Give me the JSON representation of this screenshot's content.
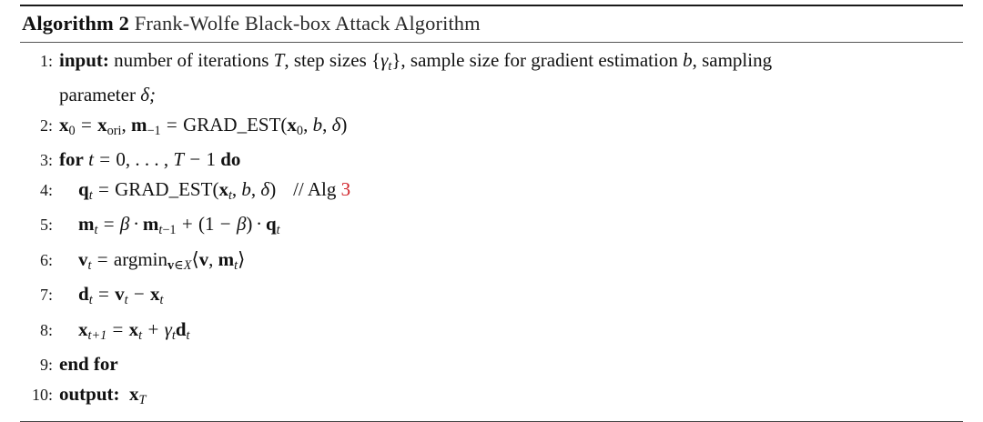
{
  "document": {
    "kind": "algorithm-pseudocode-block",
    "background_color": "#ffffff",
    "text_color": "#111111",
    "reference_color": "#d02128"
  },
  "caption": {
    "label": "Algorithm 2",
    "title": "Frank-Wolfe Black-box Attack Algorithm"
  },
  "lines": [
    {
      "number": "1",
      "indent": 0,
      "keyword": "input:",
      "text": "number of iterations T, step sizes {γt}, sample size for gradient estimation b, sampling parameter δ;",
      "continuation": "parameter δ;"
    },
    {
      "number": "2",
      "indent": 0,
      "text": "x0 = xori, m−1 = GRAD_EST(x0, b, δ)"
    },
    {
      "number": "3",
      "indent": 0,
      "text": "for t = 0, . . . , T − 1 do"
    },
    {
      "number": "4",
      "indent": 1,
      "text": "qt = GRAD_EST(xt, b, δ)",
      "comment": "// Alg",
      "comment_ref": "3"
    },
    {
      "number": "5",
      "indent": 1,
      "text": "mt = β · mt−1 + (1 − β) · qt"
    },
    {
      "number": "6",
      "indent": 1,
      "text": "vt = argminv∈𝒳⟨v, mt⟩"
    },
    {
      "number": "7",
      "indent": 1,
      "text": "dt = vt − xt"
    },
    {
      "number": "8",
      "indent": 1,
      "text": "xt+1 = xt + γtdt"
    },
    {
      "number": "9",
      "indent": 0,
      "text": "end for"
    },
    {
      "number": "10",
      "indent": 0,
      "keyword": "output:",
      "text": "xT"
    }
  ],
  "tokens": {
    "input_kw": "input:",
    "output_kw": "output:",
    "for_kw": "for",
    "do_kw": "do",
    "end_for_kw": "end for",
    "grad_est": "GRAD",
    "grad_est_2": "EST",
    "argmin": "argmin",
    "alg_comment": "// Alg",
    "alg_ref_number": "3",
    "l1_a": "number of iterations",
    "l1_T": "T",
    "l1_b": ", step sizes {",
    "l1_gamma": "γ",
    "l1_c": "}, sample size for gradient estimation",
    "l1_bsym": "b",
    "l1_d": ", sampling",
    "l1_cont": "parameter",
    "l1_delta": "δ;",
    "x": "x",
    "ori": "ori",
    "m": "m",
    "q": "q",
    "v": "v",
    "d": "d",
    "t": "t",
    "T": "T",
    "b": "b",
    "delta": "δ",
    "beta": "β",
    "gamma": "γ",
    "zero": "0",
    "one": "1",
    "minus_one": "−1",
    "eq": "=",
    "plus": "+",
    "minus": "−",
    "cdot": "·",
    "in": "∈",
    "calX": "X",
    "lparen": "(",
    "rparen": ")",
    "comma": ",",
    "langle": "⟨",
    "rangle": "⟩",
    "for_range": "0, . . . ,",
    "t_plus_1": "t+1"
  }
}
